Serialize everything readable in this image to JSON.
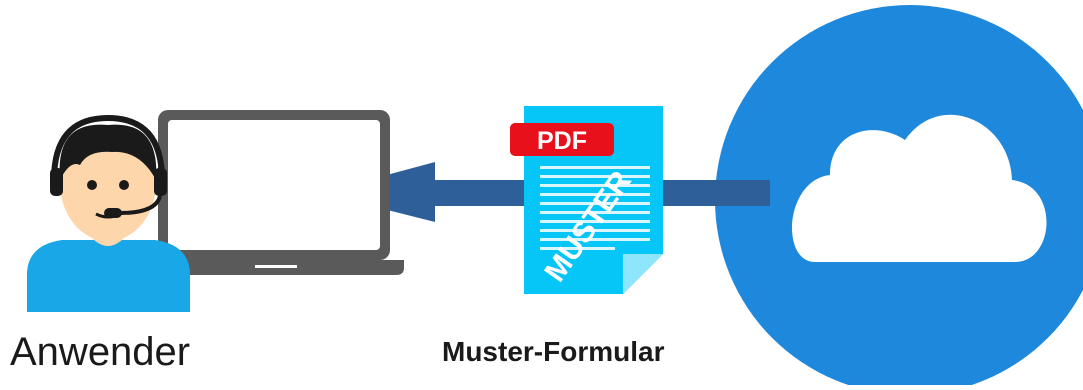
{
  "labels": {
    "user": "Anwender",
    "form": "Muster-Formular"
  },
  "document": {
    "badge": "PDF",
    "watermark": "MUSTER"
  },
  "icons": {
    "user": "user-headset-icon",
    "laptop": "laptop-icon",
    "document": "pdf-document-icon",
    "cloud": "cloud-icon"
  },
  "colors": {
    "cloud_circle": "#1e88dc",
    "arrow": "#2e5f99",
    "document": "#06c5f7",
    "badge": "#e8101a",
    "laptop": "#5a5a5a",
    "shirt": "#19a7e8",
    "skin": "#fdd6ac"
  }
}
